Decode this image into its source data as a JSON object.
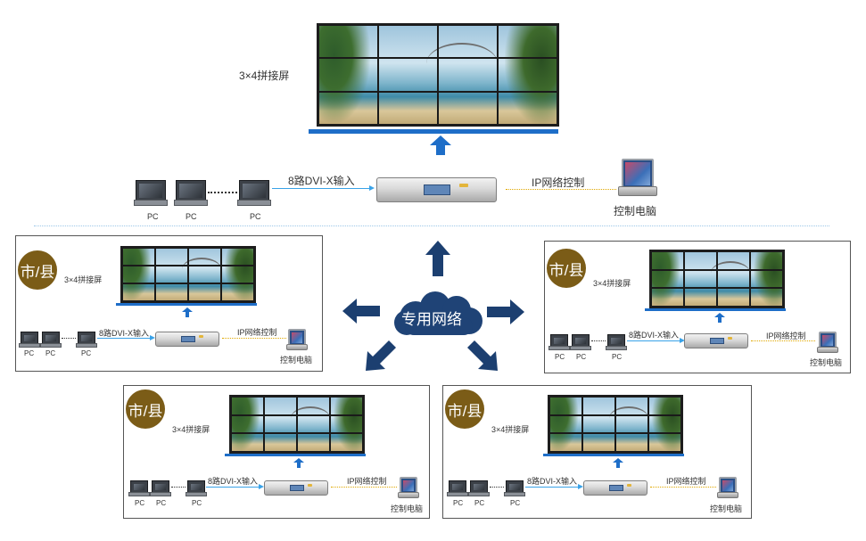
{
  "colors": {
    "badge": "#7b5c17",
    "wall_bar": "#1e6ec8",
    "input_arrow": "#39a2e8",
    "control_line": "#e0a800",
    "network_arrow": "#1c3f70",
    "cloud": "#1f4376"
  },
  "icons": [
    "video-wall-icon",
    "matrix-device-icon",
    "pc-monitor-icon",
    "laptop-icon",
    "cloud-icon",
    "arrow-icon"
  ],
  "center": {
    "wall_label": "3×4拼接屏",
    "input_label": "8路DVI-X输入",
    "control_label": "IP网络控制",
    "laptop_label": "控制电脑",
    "pc_labels": [
      "PC",
      "PC",
      "PC"
    ]
  },
  "network": {
    "label": "专用网络"
  },
  "regions": [
    {
      "badge": "市/县",
      "wall_label": "3×4拼接屏",
      "input_label": "8路DVI-X输入",
      "control_label": "IP网络控制",
      "laptop_label": "控制电脑",
      "pc_labels": [
        "PC",
        "PC",
        "PC"
      ]
    },
    {
      "badge": "市/县",
      "wall_label": "3×4拼接屏",
      "input_label": "8路DVI-X输入",
      "control_label": "IP网络控制",
      "laptop_label": "控制电脑",
      "pc_labels": [
        "PC",
        "PC",
        "PC"
      ]
    },
    {
      "badge": "市/县",
      "wall_label": "3×4拼接屏",
      "input_label": "8路DVI-X输入",
      "control_label": "IP网络控制",
      "laptop_label": "控制电脑",
      "pc_labels": [
        "PC",
        "PC",
        "PC"
      ]
    },
    {
      "badge": "市/县",
      "wall_label": "3×4拼接屏",
      "input_label": "8路DVI-X输入",
      "control_label": "IP网络控制",
      "laptop_label": "控制电脑",
      "pc_labels": [
        "PC",
        "PC",
        "PC"
      ]
    }
  ]
}
